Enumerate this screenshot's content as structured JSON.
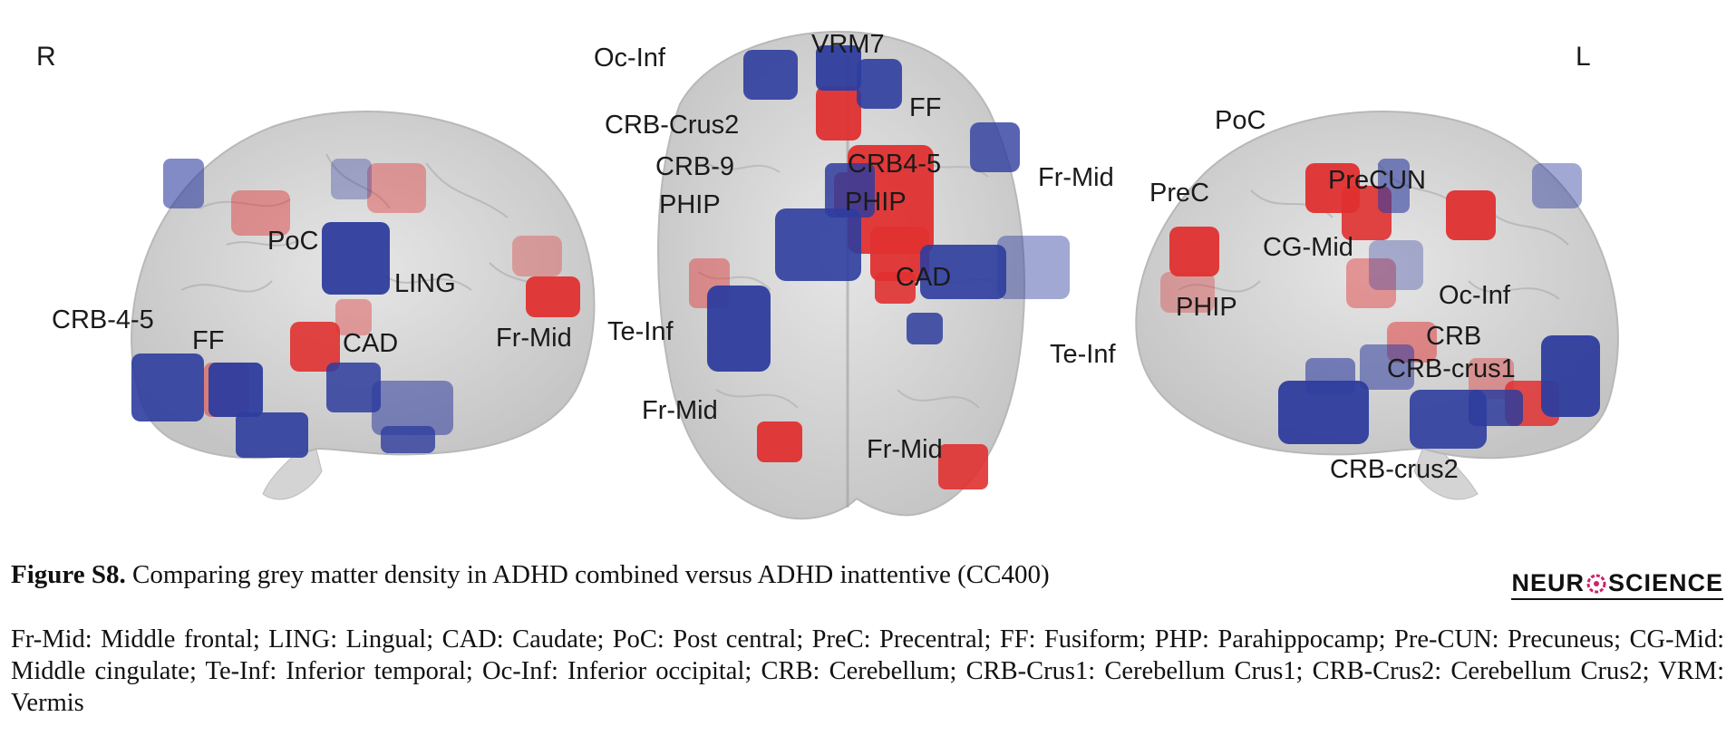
{
  "orientation": {
    "right": "R",
    "left": "L"
  },
  "views": {
    "right_sagittal": {
      "labels": [
        "PoC",
        "LING",
        "CRB-4-5",
        "FF",
        "CAD",
        "Fr-Mid"
      ]
    },
    "axial": {
      "labels": [
        "Oc-Inf",
        "VRM7",
        "CRB-Crus2",
        "FF",
        "CRB-9",
        "CRB4-5",
        "PHIP",
        "PHIP",
        "Fr-Mid",
        "CAD",
        "Te-Inf",
        "Te-Inf",
        "Fr-Mid",
        "Fr-Mid"
      ]
    },
    "left_sagittal": {
      "labels": [
        "PoC",
        "PreC",
        "PreCUN",
        "CG-Mid",
        "PHIP",
        "Oc-Inf",
        "CRB",
        "CRB-crus1",
        "CRB-crus2"
      ]
    }
  },
  "colors": {
    "increase": "#e03030",
    "decrease": "#2e3d9e",
    "brain": "#c9c9c9"
  },
  "caption": {
    "figure_label": "Figure S8.",
    "title": "Comparing grey matter density in ADHD combined versus ADHD inattentive (CC400)",
    "abbreviations": "Fr-Mid: Middle frontal; LING: Lingual; CAD: Caudate; PoC: Post central; PreC: Precentral; FF: Fusiform; PHP: Parahippocamp; Pre-CUN: Precuneus; CG-Mid: Middle cingulate; Te-Inf: Inferior temporal; Oc-Inf: Inferior occipital; CRB: Cerebellum; CRB-Crus1: Cerebellum Crus1; CRB-Crus2: Cerebellum Crus2; VRM: Vermis"
  },
  "logo": {
    "text_left": "NEUR",
    "text_right": "SCIENCE"
  }
}
